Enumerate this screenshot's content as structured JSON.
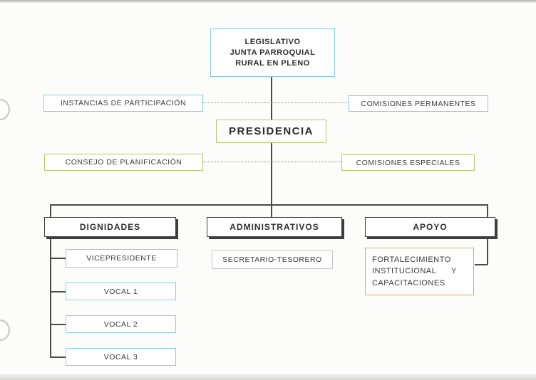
{
  "colors": {
    "cyan_border": "#8accdd",
    "green_border": "#b6c46c",
    "orange_border": "#e3a45a",
    "gray_border": "#c6c6c6",
    "header_border": "#3e3e3e",
    "line": "#4a4a4a",
    "paper": "#fcfcfa"
  },
  "nodes": {
    "legislativo": {
      "lines": [
        "LEGISLATIVO",
        "JUNTA PARROQUIAL",
        "RURAL EN PLENO"
      ]
    },
    "instancias_participacion": {
      "label": "INSTANCIAS DE PARTICIPACIÓN"
    },
    "comisiones_permanentes": {
      "label": "COMISIONES PERMANENTES"
    },
    "presidencia": {
      "label": "PRESIDENCIA"
    },
    "consejo_planificacion": {
      "label": "CONSEJO DE PLANIFICACIÓN"
    },
    "comisiones_especiales": {
      "label": "COMISIONES ESPECIALES"
    },
    "dignidades": {
      "label": "DIGNIDADES"
    },
    "administrativos": {
      "label": "ADMINISTRATIVOS"
    },
    "apoyo": {
      "label": "APOYO"
    },
    "vicepresidente": {
      "label": "VICEPRESIDENTE"
    },
    "vocal1": {
      "label": "VOCAL 1"
    },
    "vocal2": {
      "label": "VOCAL 2"
    },
    "vocal3": {
      "label": "VOCAL 3"
    },
    "secretario_tesorero": {
      "label": "SECRETARIO-TESORERO"
    },
    "fortalecimiento": {
      "lines": [
        "FORTALECIMIENTO",
        "INSTITUCIONAL      Y",
        "CAPACITACIONES"
      ]
    }
  }
}
